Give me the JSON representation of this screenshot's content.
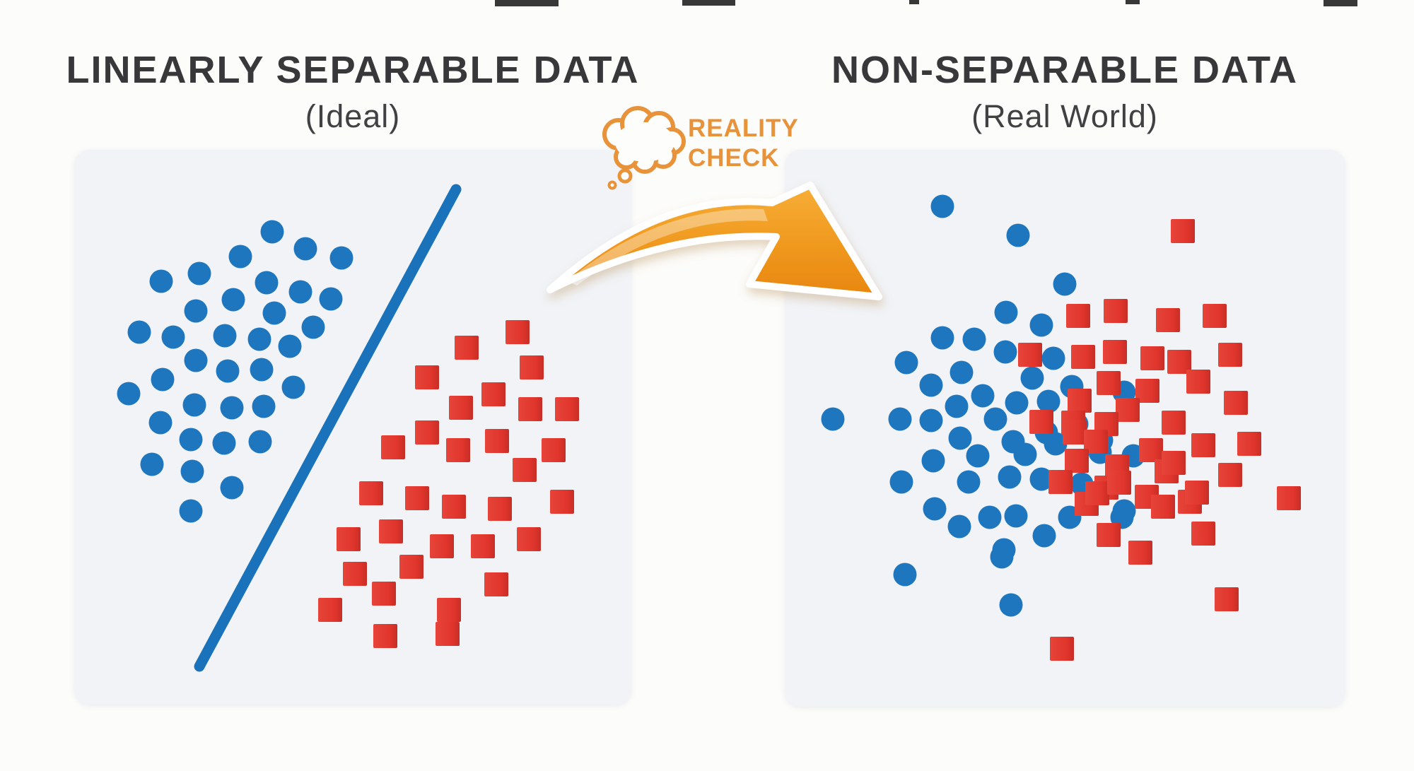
{
  "titles": {
    "left": {
      "line1": "LINEARLY SEPARABLE DATA",
      "line2": "(Ideal)"
    },
    "right": {
      "line1": "NON-SEPARABLE DATA",
      "line2": "(Real World)"
    }
  },
  "reality_check": {
    "line1": "REALITY",
    "line2": "CHECK"
  },
  "colors": {
    "blue_marker": "#1e76be",
    "red_marker": "#e1352b",
    "red_marker_edge": "#c62e26",
    "boundary_line": "#1a73ba",
    "orange_accent": "#e8923a",
    "arrow_top": "#f7ae37",
    "arrow_bottom": "#e8860e",
    "panel_bg": "#f1f3f7",
    "canvas_bg": "#fcfcfa",
    "title_text": "#38383a"
  },
  "coordinate_space": "canvas-pixels-2000x1091",
  "chart_data": [
    {
      "type": "scatter",
      "panel": "left",
      "title": "LINEARLY SEPARABLE DATA",
      "subtitle": "(Ideal)",
      "separable": true,
      "axes": "none",
      "legend": "none",
      "series": [
        {
          "name": "blue-circles",
          "marker": "circle",
          "color": "#1e76be",
          "size": 33,
          "points": [
            [
              385,
              328
            ],
            [
              432,
              352
            ],
            [
              340,
              363
            ],
            [
              483,
              365
            ],
            [
              282,
              387
            ],
            [
              228,
              398
            ],
            [
              377,
              400
            ],
            [
              425,
              413
            ],
            [
              468,
              423
            ],
            [
              330,
              424
            ],
            [
              277,
              440
            ],
            [
              388,
              443
            ],
            [
              443,
              463
            ],
            [
              197,
              470
            ],
            [
              245,
              477
            ],
            [
              318,
              475
            ],
            [
              367,
              480
            ],
            [
              410,
              490
            ],
            [
              277,
              510
            ],
            [
              322,
              525
            ],
            [
              370,
              523
            ],
            [
              230,
              537
            ],
            [
              415,
              548
            ],
            [
              182,
              557
            ],
            [
              275,
              573
            ],
            [
              328,
              577
            ],
            [
              373,
              575
            ],
            [
              227,
              598
            ],
            [
              270,
              622
            ],
            [
              317,
              627
            ],
            [
              368,
              625
            ],
            [
              215,
              657
            ],
            [
              272,
              667
            ],
            [
              328,
              690
            ],
            [
              270,
              723
            ]
          ]
        },
        {
          "name": "red-squares",
          "marker": "square",
          "color": "#e1352b",
          "size": 34,
          "points": [
            [
              732,
              470
            ],
            [
              660,
              492
            ],
            [
              752,
              520
            ],
            [
              604,
              534
            ],
            [
              698,
              558
            ],
            [
              802,
              579
            ],
            [
              750,
              579
            ],
            [
              652,
              577
            ],
            [
              604,
              612
            ],
            [
              703,
              624
            ],
            [
              783,
              637
            ],
            [
              556,
              633
            ],
            [
              648,
              637
            ],
            [
              742,
              665
            ],
            [
              525,
              698
            ],
            [
              590,
              705
            ],
            [
              795,
              710
            ],
            [
              642,
              717
            ],
            [
              707,
              720
            ],
            [
              493,
              763
            ],
            [
              553,
              752
            ],
            [
              625,
              773
            ],
            [
              683,
              773
            ],
            [
              748,
              763
            ],
            [
              502,
              812
            ],
            [
              582,
              802
            ],
            [
              702,
              827
            ],
            [
              543,
              840
            ],
            [
              467,
              863
            ],
            [
              635,
              863
            ],
            [
              545,
              900
            ],
            [
              633,
              897
            ]
          ]
        }
      ],
      "decision_boundary": {
        "type": "line",
        "from": [
          645,
          268
        ],
        "to": [
          282,
          943
        ],
        "color": "#1a73ba",
        "stroke_width": 15
      }
    },
    {
      "type": "scatter",
      "panel": "right",
      "title": "NON-SEPARABLE DATA",
      "subtitle": "(Real World)",
      "separable": false,
      "axes": "none",
      "legend": "none",
      "series": [
        {
          "name": "blue-circles",
          "marker": "circle",
          "color": "#1e76be",
          "size": 33,
          "points": [
            [
              1333,
              292
            ],
            [
              1440,
              333
            ],
            [
              1506,
              402
            ],
            [
              1423,
              442
            ],
            [
              1473,
              460
            ],
            [
              1333,
              478
            ],
            [
              1378,
              480
            ],
            [
              1422,
              498
            ],
            [
              1490,
              507
            ],
            [
              1282,
              513
            ],
            [
              1360,
              527
            ],
            [
              1317,
              545
            ],
            [
              1460,
              535
            ],
            [
              1516,
              547
            ],
            [
              1390,
              560
            ],
            [
              1590,
              555
            ],
            [
              1353,
              575
            ],
            [
              1438,
              570
            ],
            [
              1483,
              568
            ],
            [
              1178,
              593
            ],
            [
              1273,
              593
            ],
            [
              1317,
              595
            ],
            [
              1408,
              593
            ],
            [
              1523,
              600
            ],
            [
              1358,
              620
            ],
            [
              1433,
              625
            ],
            [
              1480,
              612
            ],
            [
              1558,
              623
            ],
            [
              1320,
              652
            ],
            [
              1383,
              645
            ],
            [
              1450,
              643
            ],
            [
              1493,
              628
            ],
            [
              1556,
              640
            ],
            [
              1603,
              645
            ],
            [
              1275,
              682
            ],
            [
              1370,
              682
            ],
            [
              1428,
              675
            ],
            [
              1473,
              678
            ],
            [
              1530,
              685
            ],
            [
              1322,
              720
            ],
            [
              1400,
              732
            ],
            [
              1437,
              730
            ],
            [
              1513,
              732
            ],
            [
              1587,
              732
            ],
            [
              1357,
              745
            ],
            [
              1477,
              758
            ],
            [
              1420,
              778
            ],
            [
              1590,
              723
            ],
            [
              1280,
              813
            ],
            [
              1417,
              788
            ],
            [
              1430,
              856
            ]
          ]
        },
        {
          "name": "red-squares",
          "marker": "square",
          "color": "#e1352b",
          "size": 34,
          "points": [
            [
              1673,
              327
            ],
            [
              1457,
              502
            ],
            [
              1525,
              447
            ],
            [
              1578,
              440
            ],
            [
              1652,
              453
            ],
            [
              1718,
              447
            ],
            [
              1532,
              505
            ],
            [
              1577,
              498
            ],
            [
              1630,
              507
            ],
            [
              1668,
              512
            ],
            [
              1740,
              502
            ],
            [
              1695,
              540
            ],
            [
              1568,
              542
            ],
            [
              1623,
              553
            ],
            [
              1527,
              567
            ],
            [
              1595,
              580
            ],
            [
              1748,
              570
            ],
            [
              1660,
              598
            ],
            [
              1518,
              598
            ],
            [
              1473,
              597
            ],
            [
              1565,
              600
            ],
            [
              1520,
              612
            ],
            [
              1550,
              625
            ],
            [
              1702,
              630
            ],
            [
              1767,
              628
            ],
            [
              1628,
              637
            ],
            [
              1580,
              660
            ],
            [
              1523,
              652
            ],
            [
              1650,
              667
            ],
            [
              1565,
              690
            ],
            [
              1740,
              672
            ],
            [
              1622,
              703
            ],
            [
              1683,
              710
            ],
            [
              1823,
              705
            ],
            [
              1537,
              713
            ],
            [
              1500,
              682
            ],
            [
              1552,
              698
            ],
            [
              1693,
              697
            ],
            [
              1645,
              717
            ],
            [
              1660,
              655
            ],
            [
              1583,
              683
            ],
            [
              1568,
              757
            ],
            [
              1613,
              782
            ],
            [
              1702,
              755
            ],
            [
              1735,
              848
            ],
            [
              1502,
              918
            ]
          ]
        }
      ]
    }
  ],
  "scan_marks": [
    {
      "x": 700,
      "w": 90,
      "h": 9
    },
    {
      "x": 965,
      "w": 75,
      "h": 8
    },
    {
      "x": 1286,
      "w": 14,
      "h": 6
    },
    {
      "x": 1592,
      "w": 20,
      "h": 6
    },
    {
      "x": 1872,
      "w": 48,
      "h": 9
    }
  ]
}
